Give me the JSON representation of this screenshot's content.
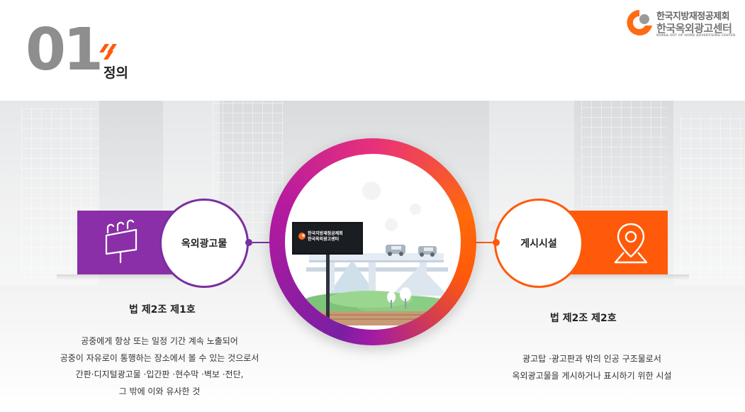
{
  "header": {
    "section_number": "01",
    "section_title": "정의"
  },
  "org": {
    "name_line1": "한국지방재정공제회",
    "name_line2": "한국옥외광고센터",
    "name_en": "KOREA OUT OF HOME ADVERTISING CENTER"
  },
  "left": {
    "circle_label": "옥외광고물",
    "icon": "billboard-icon",
    "law": "법 제2조 제1호",
    "description": [
      "공중에게 항상 또는 일정 기간 계속 노출되어",
      "공중이 자유로이 통행하는 장소에서 볼 수 있는 것으로서",
      "간판·디지털광고물 ·입간판 ·현수막 ·벽보 ·전단,",
      "그 밖에 이와 유사한 것"
    ]
  },
  "right": {
    "circle_label": "게시시설",
    "icon": "location-pin-icon",
    "law": "법 제2조 제2호",
    "description": [
      "광고탑 ·광고판과 밖의 인공 구조물로서",
      "옥외광고물을 게시하거나 표시하기 위한 시설"
    ]
  },
  "center": {
    "billboard_text_line1": "한국지방재정공제회",
    "billboard_text_line2": "한국옥외광고센터"
  },
  "colors": {
    "purple": "#8b2fa8",
    "orange": "#ff5a0a",
    "number_gray": "#8e8e8e"
  }
}
